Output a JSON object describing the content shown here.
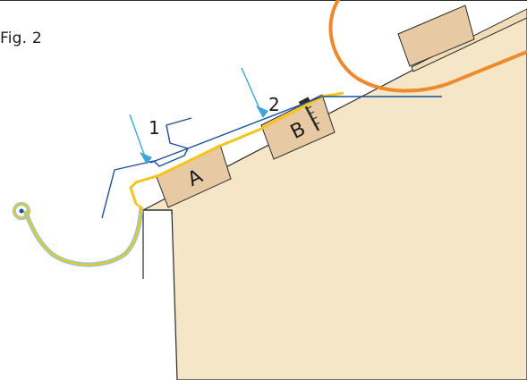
{
  "figure": {
    "caption": "Fig. 2"
  },
  "callouts": [
    {
      "label": "1"
    },
    {
      "label": "2"
    }
  ],
  "blocks": [
    {
      "label": "A"
    },
    {
      "label": "B"
    },
    {
      "label": ""
    }
  ],
  "colors": {
    "roof_fill": "#f6e6c8",
    "block_fill": "#e7c9a4",
    "outline": "#2a2a2a",
    "flashing_blue": "#1a4e9c",
    "underlay_yellow": "#f5c51a",
    "gutter_light_blue": "#86c6e8",
    "callout_arrow": "#3aa7dd",
    "membrane_orange": "#ee8a2c"
  }
}
